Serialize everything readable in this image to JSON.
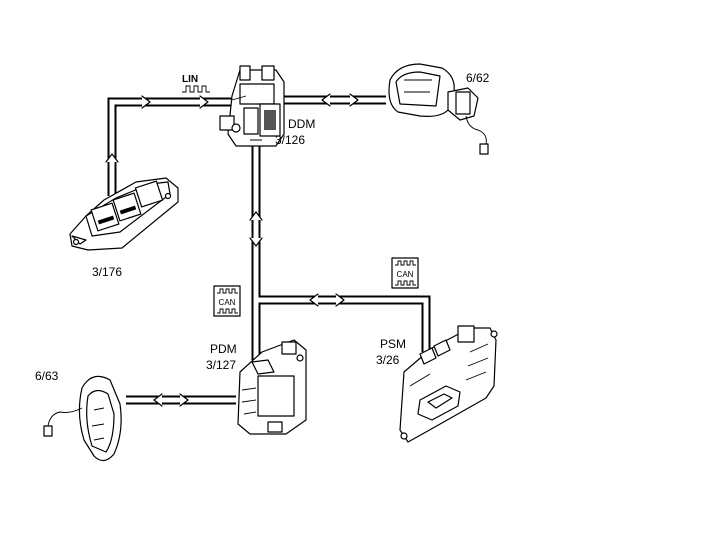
{
  "components": {
    "ddm": {
      "name": "DDM",
      "ref": "3/126"
    },
    "pdm": {
      "name": "PDM",
      "ref": "3/127"
    },
    "psm": {
      "name": "PSM",
      "ref": "3/26"
    },
    "switch_pack": {
      "ref": "3/176"
    },
    "mirror_driver": {
      "ref": "6/62"
    },
    "mirror_passenger": {
      "ref": "6/63"
    }
  },
  "bus_labels": {
    "lin": "LIN",
    "can_left": "CAN",
    "can_right": "CAN"
  }
}
